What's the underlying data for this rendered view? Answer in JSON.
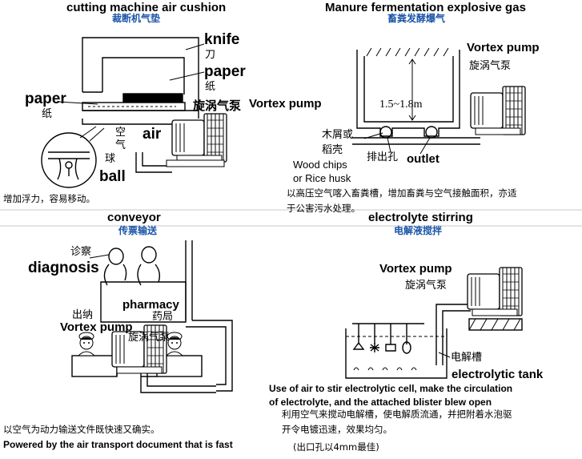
{
  "panels": {
    "cushion": {
      "title_en": "cutting machine air cushion",
      "title_zh": "裁断机气垫",
      "knife_en": "knife",
      "knife_zh": "刀",
      "paper_en": "paper",
      "paper_zh": "纸",
      "paper_left_en": "paper",
      "paper_left_zh": "纸",
      "air_en": "air",
      "air_zh": "空气",
      "ball_en": "ball",
      "ball_zh": "球",
      "pump_en": "Vortex pump",
      "pump_zh": "旋涡气泵",
      "caption_zh": "增加浮力，容易移动。"
    },
    "manure": {
      "title_en": "Manure fermentation explosive gas",
      "title_zh": "畜粪发酵爆气",
      "pump_en": "Vortex pump",
      "pump_zh": "旋涡气泵",
      "depth": "1.5~1.8m",
      "chips_zh": "木屑或稻壳",
      "chips_zh_1": "木屑或",
      "chips_zh_2": "稻壳",
      "chips_en_1": "Wood chips",
      "chips_en_2": "or Rice husk",
      "outlet_zh": "排出孔",
      "outlet_en": "outlet",
      "caption_zh_1": "以高压空气喀入畜粪槽，增加畜粪与空气接触面积，亦适",
      "caption_zh_2": "于公害污水处理。"
    },
    "conveyor": {
      "title_en": "conveyor",
      "title_zh": "传票输送",
      "diagnosis_zh": "诊察",
      "diagnosis_en": "diagnosis",
      "cashier_zh": "出纳",
      "pharmacy_en": "pharmacy",
      "pharmacy_zh": "药局",
      "pump_en": "Vortex pump",
      "pump_zh": "旋涡气泵",
      "caption_zh": "以空气为动力输送文件既快速又确实。",
      "caption_en": "Powered by the air transport document that is fast"
    },
    "electrolyte": {
      "title_en": "electrolyte stirring",
      "title_zh": "电解液搅拌",
      "pump_en": "Vortex pump",
      "pump_zh": "旋涡气泵",
      "tank_zh": "电解槽",
      "tank_en": "electrolytic tank",
      "caption_en_1": "Use of air to stir electrolytic cell, make the circulation",
      "caption_en_2": "of electrolyte, and the attached blister blew open",
      "caption_zh_1": "利用空气来搅动电解槽，使电解质流通，并把附着水泡驱",
      "caption_zh_2": "开令电镀迅速，效果均匀。",
      "caption_note": "(出口孔以4mm最佳)"
    }
  },
  "colors": {
    "subtitle": "#1a55a8",
    "divider": "#c8c8c8",
    "ink": "#000000"
  }
}
